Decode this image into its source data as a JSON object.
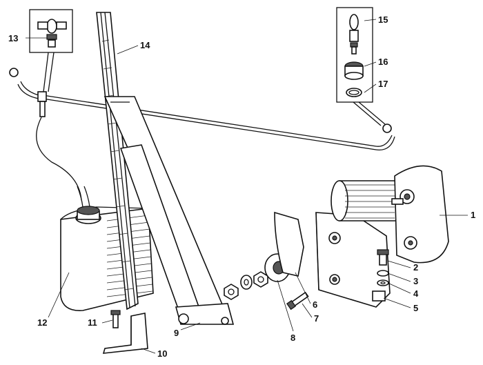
{
  "callouts": {
    "c1": "1",
    "c2": "2",
    "c3": "3",
    "c4": "4",
    "c5": "5",
    "c6": "6",
    "c7": "7",
    "c8": "8",
    "c9": "9",
    "c10": "10",
    "c11": "11",
    "c12": "12",
    "c13": "13",
    "c14": "14",
    "c15": "15",
    "c16": "16",
    "c17": "17"
  },
  "colors": {
    "ink": "#111111",
    "paper": "#ffffff",
    "shade": "#555555"
  }
}
